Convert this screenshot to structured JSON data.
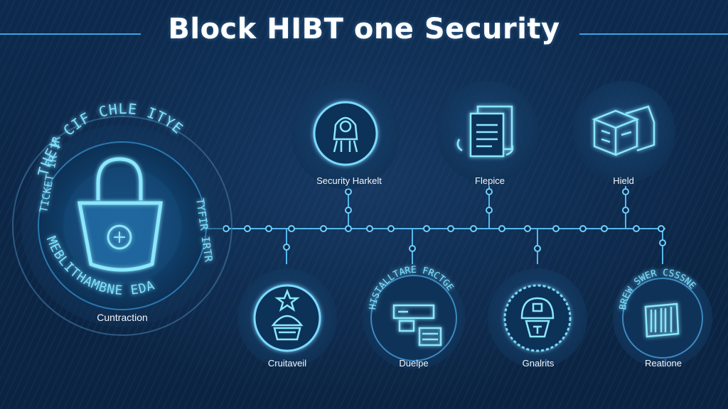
{
  "title": "Block HIBT one Security",
  "main_node": {
    "label": "Cuntraction",
    "ring_text_top": "THEY CIF CHLE ITYE",
    "ring_text_bottom": "MEBLITHAMBNE EDA",
    "ring_text_left": "TICKET IR IR",
    "ring_text_right": "TYFIR IRTR",
    "icon": "padlock-icon"
  },
  "top_nodes": [
    {
      "label": "Security Harkelt",
      "icon": "hooded-figure-icon"
    },
    {
      "label": "Flepice",
      "icon": "documents-icon"
    },
    {
      "label": "Hield",
      "icon": "blocks-icon"
    }
  ],
  "bottom_nodes": [
    {
      "label": "Cruitaveil",
      "icon": "hacker-icon",
      "ring_text": ""
    },
    {
      "label": "Duelpe",
      "icon": "server-icon",
      "ring_text": "HISTALLTARE FRCTGE"
    },
    {
      "label": "Gnalrits",
      "icon": "helmet-icon",
      "ring_text": ""
    },
    {
      "label": "Reatione",
      "icon": "barcode-icon",
      "ring_text": "BREW SWER CSSSNE"
    }
  ],
  "colors": {
    "background": "#0c2748",
    "accent": "#3fa3e0",
    "glow": "#4fd0ff",
    "node_fill": "#123a62"
  }
}
